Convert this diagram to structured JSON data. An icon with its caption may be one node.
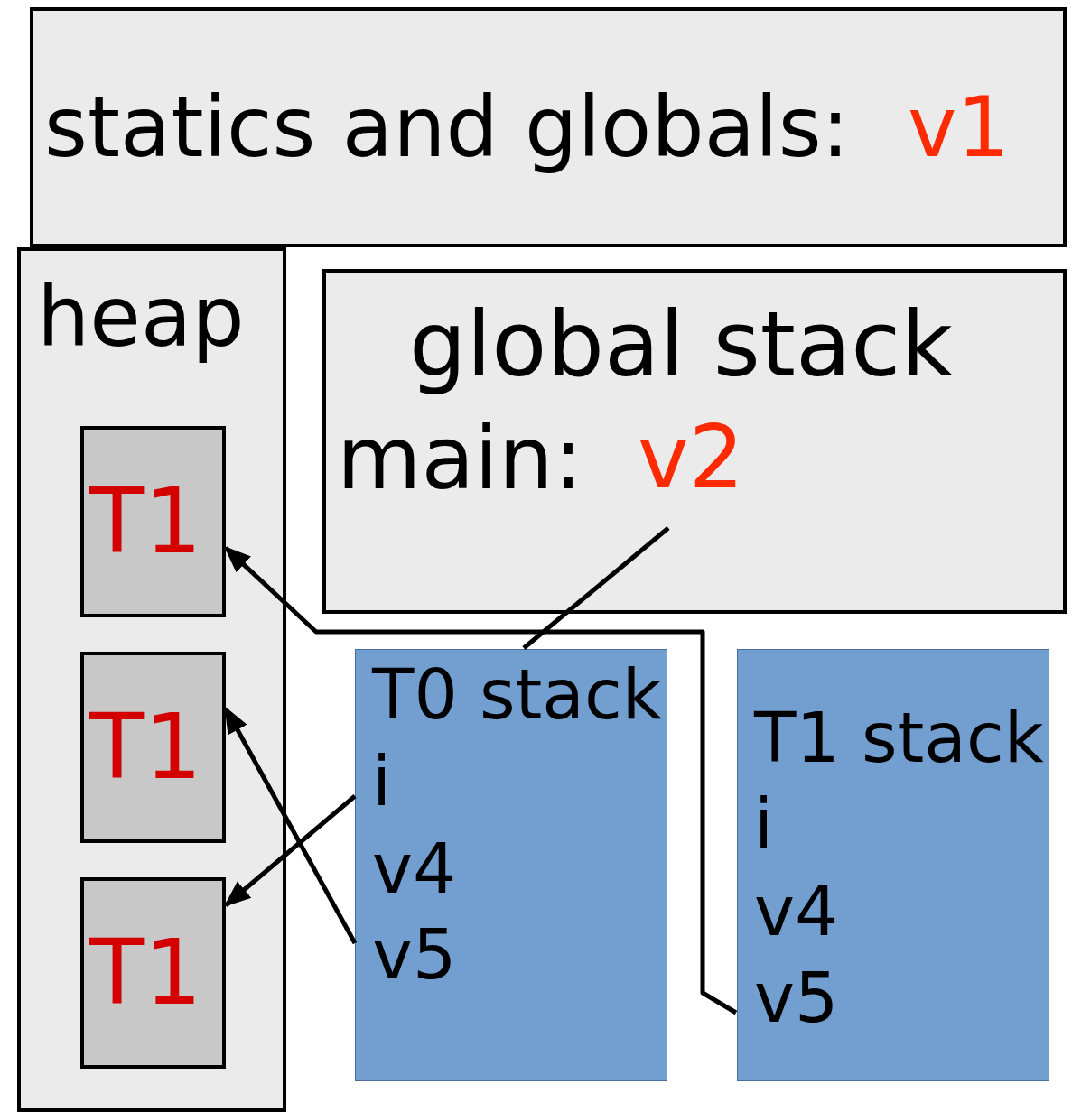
{
  "diagram": {
    "nodes": [
      {
        "text": [
          "statics and globals:",
          "v1"
        ]
      },
      {
        "text": [
          "heap"
        ]
      },
      {
        "text": [
          "T1"
        ],
        "in": 1
      },
      {
        "text": [
          "T1"
        ],
        "in": 1
      },
      {
        "text": [
          "T1"
        ],
        "in": 1
      },
      {
        "text": [
          "global stack",
          "main:"
        ]
      },
      {
        "text": [
          "v2"
        ],
        "in": 5
      },
      {
        "text": [
          "T0 stack",
          "i",
          "v4",
          "v5"
        ]
      },
      {
        "text": [
          "T1 stack",
          "i",
          "v4",
          "v5"
        ]
      }
    ],
    "edges": [
      {
        "from": 6,
        "to": 7,
        "arrow": "none"
      },
      {
        "from": 7,
        "to": 4,
        "arrow": "to"
      },
      {
        "from": 7,
        "to": 3,
        "arrow": "to"
      },
      {
        "from": 8,
        "to": 2,
        "arrow": "to"
      }
    ]
  }
}
